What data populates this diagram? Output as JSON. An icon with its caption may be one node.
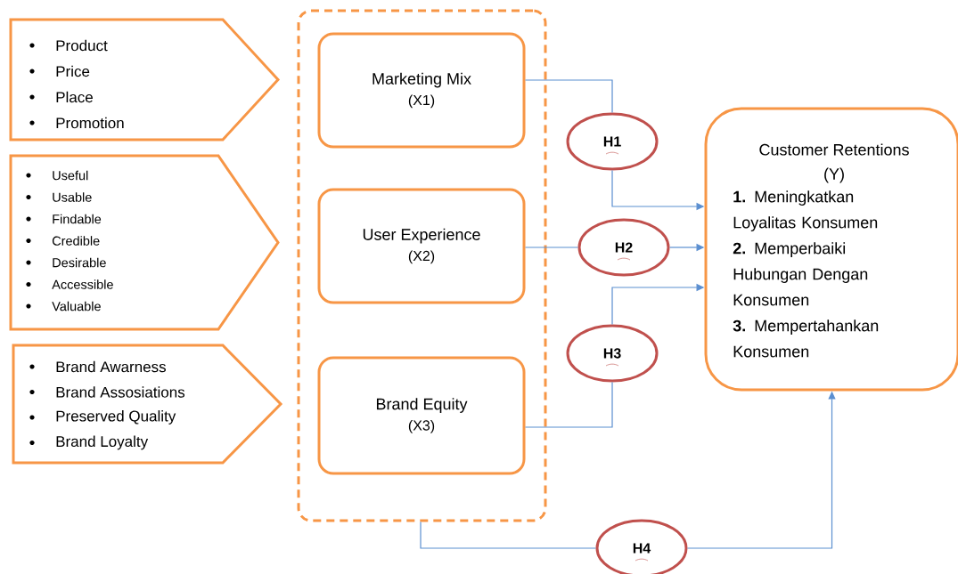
{
  "diagram": {
    "nodes": [
      {
        "text": [
          "Product",
          "Price",
          "Place",
          "Promotion"
        ]
      },
      {
        "text": [
          "Useful",
          "Usable",
          "Findable",
          "Credible",
          "Desirable",
          "Accessible",
          "Valuable"
        ]
      },
      {
        "text": [
          "Brand Awarness",
          "Brand Assosiations",
          "Preserved Quality",
          "Brand Loyalty"
        ]
      },
      {
        "text": [],
        "shape": "box"
      },
      {
        "text": [
          "Marketing Mix",
          "(X1)"
        ],
        "in": 3
      },
      {
        "text": [
          "User Experience",
          "(X2)"
        ],
        "in": 3
      },
      {
        "text": [
          "Brand Equity",
          "(X3)"
        ],
        "in": 3
      },
      {
        "text": [
          "H1"
        ]
      },
      {
        "text": [
          "H2"
        ]
      },
      {
        "text": [
          "H3"
        ]
      },
      {
        "text": [
          "Customer Retentions",
          "(Y)",
          "**1.** Meningkatkan Loyalitas Konsumen",
          "**2.** Memperbaiki Hubungan Dengan Konsumen",
          "**3.** Mempertahankan Konsumen"
        ]
      },
      {
        "text": [
          "H4"
        ]
      }
    ],
    "edges": [
      {
        "from": 4,
        "to": 7,
        "arrow": "none"
      },
      {
        "from": 7,
        "to": 10,
        "arrow": "to"
      },
      {
        "from": 5,
        "to": 8,
        "arrow": "none"
      },
      {
        "from": 8,
        "to": 10,
        "arrow": "to"
      },
      {
        "from": 6,
        "to": 9,
        "arrow": "none"
      },
      {
        "from": 9,
        "to": 10,
        "arrow": "to"
      },
      {
        "from": 3,
        "to": 11,
        "arrow": "none"
      },
      {
        "from": 11,
        "to": 10,
        "arrow": "to"
      }
    ]
  }
}
